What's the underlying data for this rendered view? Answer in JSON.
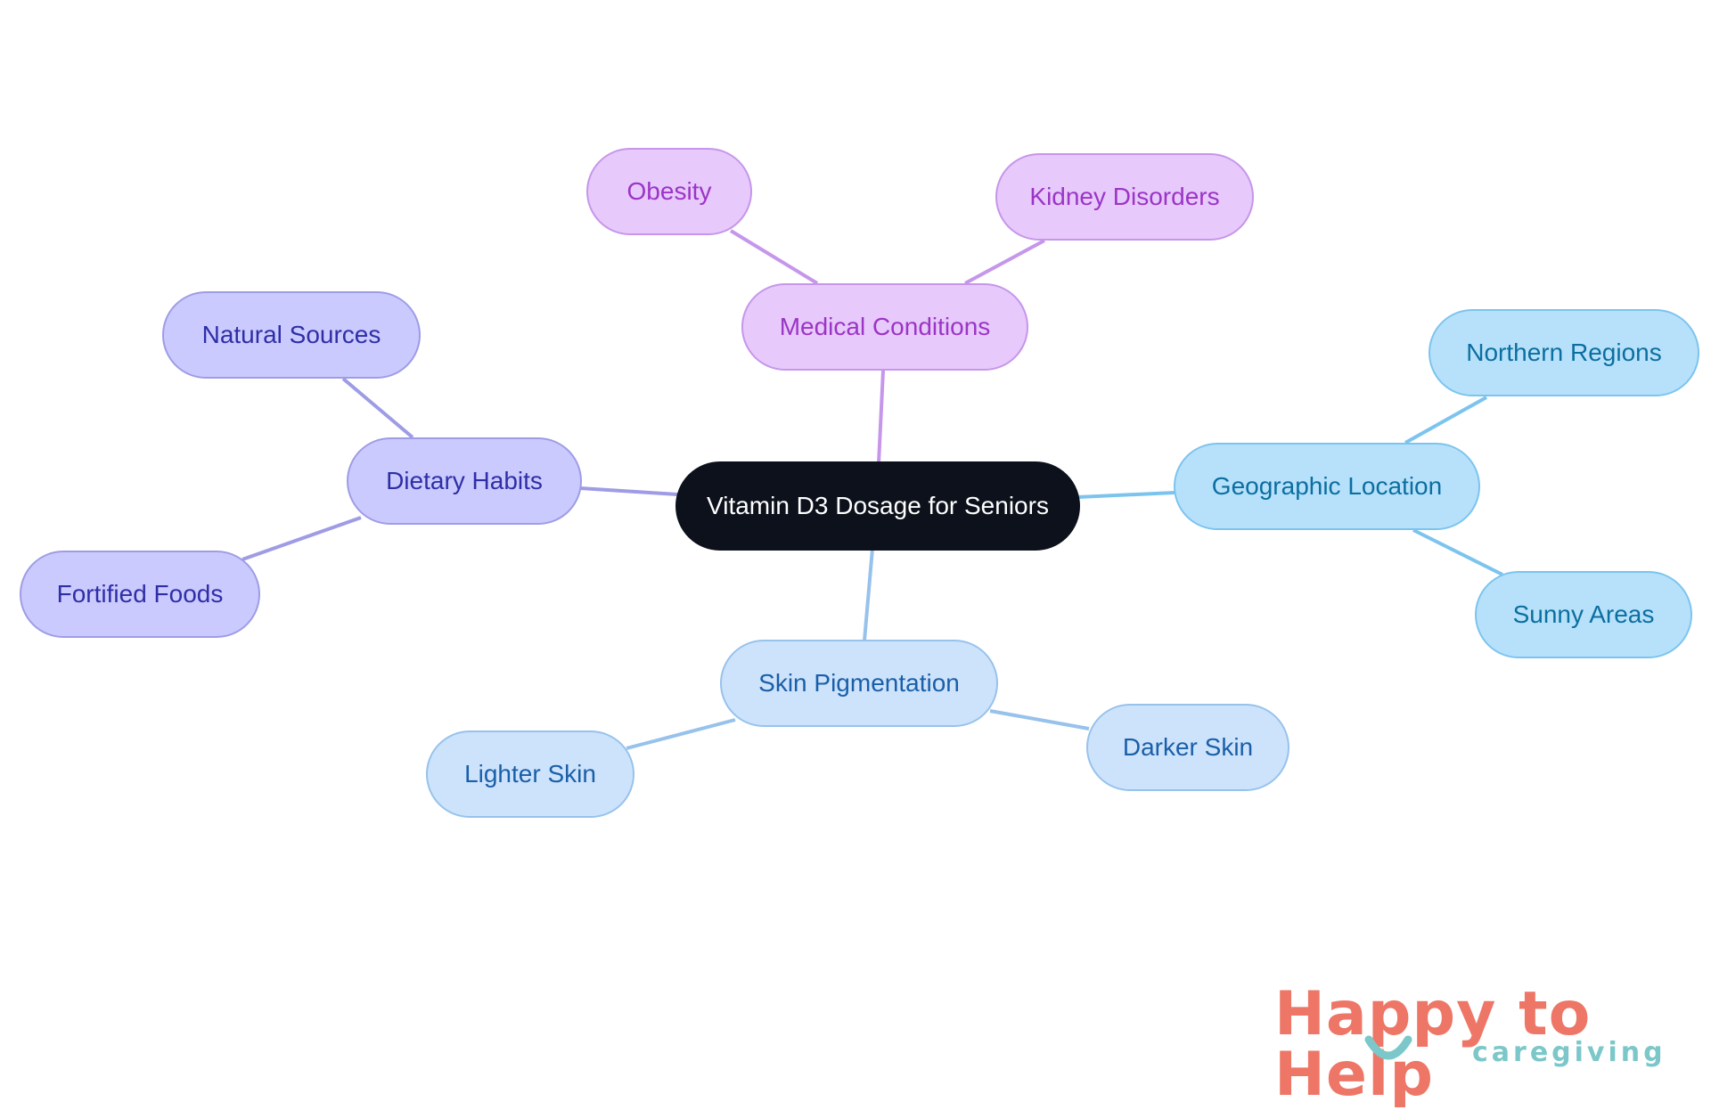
{
  "diagram": {
    "root": {
      "label": "Vitamin D3 Dosage for Seniors"
    },
    "branches": [
      {
        "label": "Medical Conditions",
        "color": "#c596ea",
        "children": [
          {
            "label": "Obesity"
          },
          {
            "label": "Kidney Disorders"
          }
        ]
      },
      {
        "label": "Dietary Habits",
        "color": "#9e9ce5",
        "children": [
          {
            "label": "Natural Sources"
          },
          {
            "label": "Fortified Foods"
          }
        ]
      },
      {
        "label": "Geographic Location",
        "color": "#7cc4ee",
        "children": [
          {
            "label": "Northern Regions"
          },
          {
            "label": "Sunny Areas"
          }
        ]
      },
      {
        "label": "Skin Pigmentation",
        "color": "#97c2ec",
        "children": [
          {
            "label": "Lighter Skin"
          },
          {
            "label": "Darker Skin"
          }
        ]
      }
    ]
  },
  "logo": {
    "main": "Happy to Help",
    "sub": "caregiving"
  }
}
